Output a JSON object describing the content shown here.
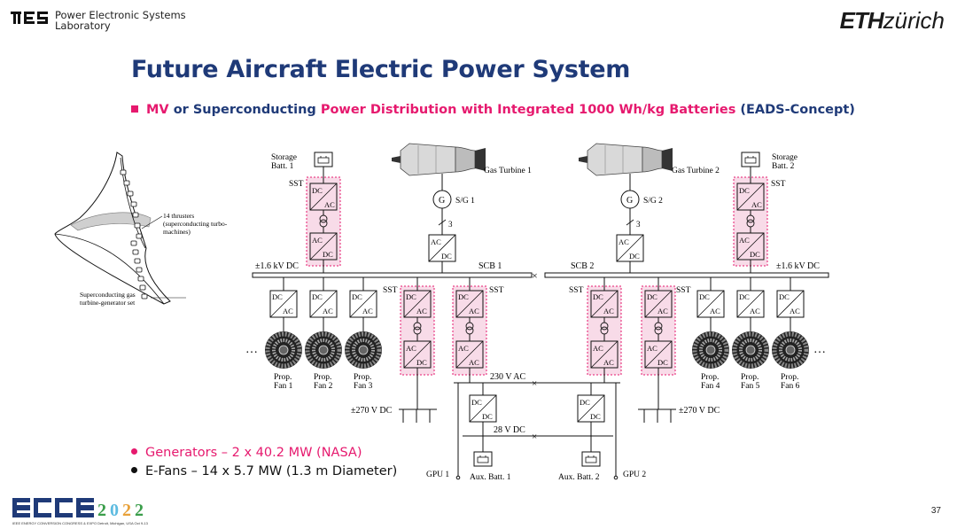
{
  "header": {
    "org_line1": "Power Electronic Systems",
    "org_line2": "Laboratory",
    "eth_bold": "ETH",
    "eth_rest": "zürich"
  },
  "title": "Future Aircraft Electric Power System",
  "subtitle": {
    "p1": "MV",
    "p2": " or Superconducting ",
    "p3": "Power Distribution with Integrated 1000 Wh/kg Batteries",
    "p4": " (EADS-Concept)"
  },
  "bullets": [
    {
      "text": "Generators  –  2 x 40.2 MW (NASA)",
      "color": "#e6196e"
    },
    {
      "text": "E-Fans  –  14 x 5.7 MW  (1.3 m Diameter)",
      "color": "#111111"
    }
  ],
  "aircraft": {
    "thrusters_l1": "14 thrusters",
    "thrusters_l2": "(superconducting turbo-",
    "thrusters_l3": "machines)",
    "gen_l1": "Superconducting gas",
    "gen_l2": "turbine-generator set"
  },
  "diagram": {
    "storage1_l1": "Storage",
    "storage1_l2": "Batt. 1",
    "storage2_l1": "Storage",
    "storage2_l2": "Batt. 2",
    "gas_turbine_1": "Gas Turbine 1",
    "gas_turbine_2": "Gas Turbine 2",
    "sst": "SST",
    "g": "G",
    "sg1": "S/G 1",
    "sg2": "S/G 2",
    "three": "3",
    "dc": "DC",
    "ac": "AC",
    "bus_left": "±1.6 kV DC",
    "bus_right": "±1.6 kV DC",
    "scb1": "SCB 1",
    "scb2": "SCB 2",
    "ellipsis": "…",
    "fans_left": [
      {
        "l1": "Prop.",
        "l2": "Fan 1"
      },
      {
        "l1": "Prop.",
        "l2": "Fan 2"
      },
      {
        "l1": "Prop.",
        "l2": "Fan 3"
      }
    ],
    "fans_right": [
      {
        "l1": "Prop.",
        "l2": "Fan 4"
      },
      {
        "l1": "Prop.",
        "l2": "Fan 5"
      },
      {
        "l1": "Prop.",
        "l2": "Fan 6"
      }
    ],
    "v230": "230 V AC",
    "v270_left": "±270 V DC",
    "v270_right": "±270 V DC",
    "v28": "28 V DC",
    "gpu1": "GPU 1",
    "gpu2": "GPU 2",
    "aux1": "Aux. Batt. 1",
    "aux2": "Aux. Batt. 2"
  },
  "footer": {
    "ecce_text": "IEEE ENERGY CONVERSION CONGRESS & EXPO  Detroit, Michigan, USA  Oct 9-13",
    "page_number": "37"
  },
  "colors": {
    "navy": "#1f3a78",
    "magenta": "#e6196e",
    "sst_fill": "#f8dbe8",
    "sst_border": "#e6196e"
  }
}
